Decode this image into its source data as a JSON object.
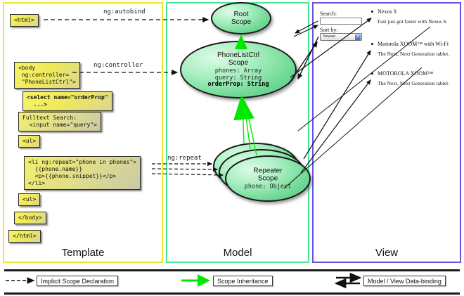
{
  "columns": {
    "template": {
      "label": "Template",
      "border_color": "#f2e42c"
    },
    "model": {
      "label": "Model",
      "border_color": "#45e89b"
    },
    "view": {
      "label": "View",
      "border_color": "#6d4fe0"
    }
  },
  "template_code_boxes": [
    {
      "id": "html-open",
      "text": "<html>"
    },
    {
      "id": "body-open",
      "text": "<body\n ng:controller=\n \"PhoneListCtrl\">"
    },
    {
      "id": "select",
      "text": "<select name=\"orderProp\"\n  ...>"
    },
    {
      "id": "fulltext",
      "text": "Fulltext Search:\n  <input name=\"query\">"
    },
    {
      "id": "ul-open",
      "text": "<ul>"
    },
    {
      "id": "li-repeat",
      "text": "<li ng:repeat=\"phone in phones\">\n  {{phone.name}}\n  <p>{{phone.snippet}}</p>\n</li>"
    },
    {
      "id": "ul-close",
      "text": "<ul>"
    },
    {
      "id": "body-close",
      "text": "</body>"
    },
    {
      "id": "html-close",
      "text": "</html>"
    }
  ],
  "edge_labels": {
    "autobind": "ng:autobind",
    "controller": "ng:controller",
    "repeat": "ng:repeat"
  },
  "scopes": [
    {
      "id": "root",
      "title_line1": "Root",
      "title_line2": "Scope",
      "props": []
    },
    {
      "id": "phonelistctrl",
      "title_line1": "PhoneListCtrl",
      "title_line2": "Scope",
      "props": [
        {
          "text": "phones: Array",
          "bold": false
        },
        {
          "text": "query: String",
          "bold": false
        },
        {
          "text": "orderProp: String",
          "bold": true
        }
      ]
    },
    {
      "id": "repeater",
      "title_line1": "Repeater",
      "title_line2": "Scope",
      "props": [
        {
          "text": "phone: Object",
          "bold": false
        }
      ]
    }
  ],
  "view": {
    "search_label": "Search:",
    "search_value": "",
    "sort_label": "Sort by:",
    "sort_selected": "Newest",
    "phones": [
      {
        "name": "Nexus S",
        "snippet": "Fast just got faster with Nexus S."
      },
      {
        "name": "Motorola XOOM™  with Wi-Fi",
        "snippet": "The Next, Next Generation tablet."
      },
      {
        "name": "MOTOROLA XOOM™",
        "snippet": "The Next, Next Generation tablet."
      }
    ]
  },
  "legend": [
    {
      "id": "implicit",
      "label": "Implicit Scope Declaration"
    },
    {
      "id": "inheritance",
      "label": "Scope Inheritance"
    },
    {
      "id": "databinding",
      "label": "Model / View Data-binding"
    }
  ],
  "colors": {
    "inheritance_green": "#00e800",
    "code_yellow": "#efe95a",
    "scope_green": "#6fd894"
  }
}
